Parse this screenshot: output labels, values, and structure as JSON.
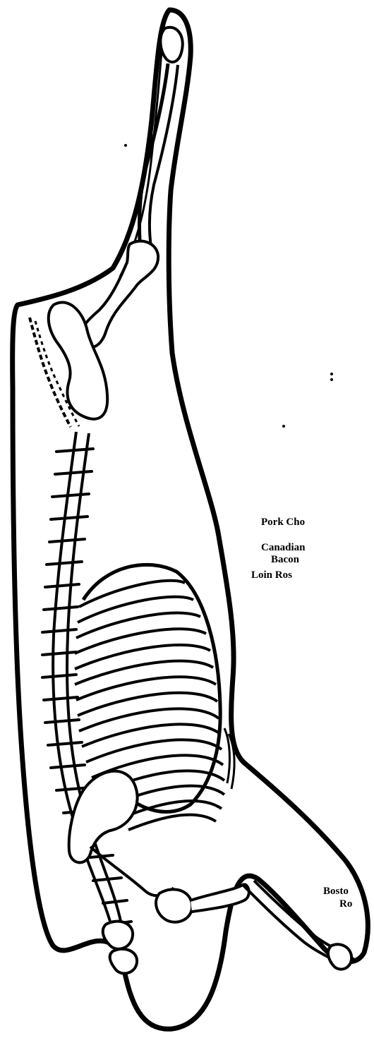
{
  "diagram": {
    "subject": "pork carcass side with skeleton",
    "line_color": "#000000",
    "background_color": "#ffffff"
  },
  "labels": {
    "pork_chops": "Pork Cho",
    "canadian": "Canadian",
    "bacon": "Bacon",
    "loin_roast": "Loin Ros",
    "boston": "Bosto",
    "roast": "Ro"
  }
}
